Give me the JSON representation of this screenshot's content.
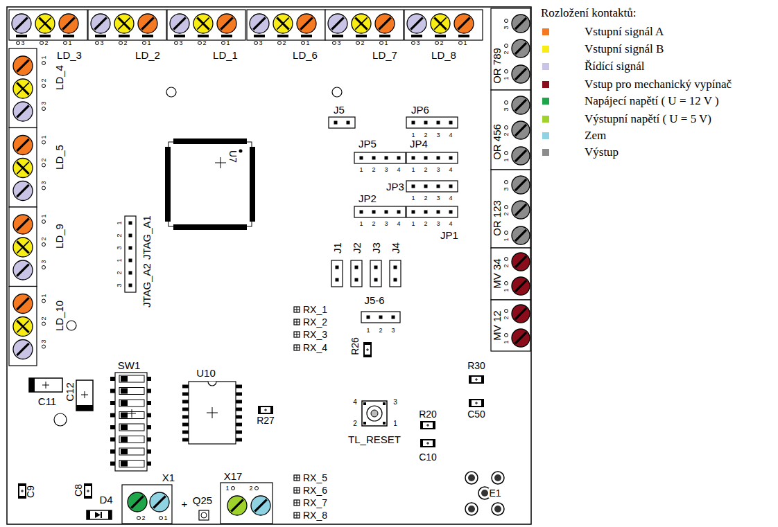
{
  "diagram": {
    "labels": [
      "Rozložení kontaktů:",
      "3",
      "2",
      "1",
      "LD_3",
      "3",
      "2",
      "1",
      "LD_2",
      "3",
      "2",
      "1",
      "LD_1",
      "3",
      "2",
      "1",
      "LD_6",
      "3",
      "2",
      "1",
      "LD_7",
      "3",
      "2",
      "1",
      "LD_8",
      "1",
      "2",
      "3",
      "LD_4",
      "1",
      "2",
      "3",
      "LD_5",
      "1",
      "2",
      "3",
      "LD_9",
      "1",
      "2",
      "3",
      "LD_10",
      "3",
      "2",
      "1",
      "OR 789",
      "3",
      "2",
      "1",
      "OR 456",
      "3",
      "2",
      "1",
      "OR 123",
      "2",
      "1",
      "MV 34",
      "2",
      "1",
      "MV 12",
      "U7",
      "J5",
      "JP6",
      "1",
      "2",
      "3",
      "4",
      "JP5",
      "1",
      "2",
      "3",
      "4",
      "JP4",
      "1",
      "2",
      "3",
      "4",
      "JP3",
      "1",
      "2",
      "3",
      "4",
      "JP2",
      "1",
      "2",
      "3",
      "4",
      "1",
      "2",
      "3",
      "4",
      "JP1",
      "JTAG_A1",
      "JTAG_A2",
      "1",
      "2",
      "3",
      "1",
      "2",
      "3",
      "J1",
      "J2",
      "J3",
      "J4",
      "RX_1",
      "RX_2",
      "RX_3",
      "RX_4",
      "J5-6",
      "1",
      "2",
      "3",
      "R26",
      "SW1",
      "U10",
      "R27",
      "R30",
      "C50",
      "R20",
      "C10",
      "4",
      "3",
      "2",
      "1",
      "TL_RESET",
      "C11",
      "C12",
      "C9",
      "C8",
      "D4",
      "X1",
      "2",
      "1",
      "+",
      "Q25",
      "X17",
      "1",
      "2",
      "RX_5",
      "RX_6",
      "RX_7",
      "RX_8",
      "E1"
    ],
    "legend": [
      {
        "text": "Vstupní signál A",
        "color": "#f47920"
      },
      {
        "text": "Vstupní signál B",
        "color": "#f7ec13"
      },
      {
        "text": "Řídící signál",
        "color": "#c9c3e6"
      },
      {
        "text": "Vstup pro mechanický vypínač",
        "color": "#8b0d1c"
      },
      {
        "text": "Napájecí napětí ( U = 12 V )",
        "color": "#1fa64a"
      },
      {
        "text": "Výstupní napětí ( U = 5 V)",
        "color": "#9fd22b"
      },
      {
        "text": "Zem",
        "color": "#8fd3e3"
      },
      {
        "text": "Výstup",
        "color": "#8c8c8c"
      }
    ]
  }
}
